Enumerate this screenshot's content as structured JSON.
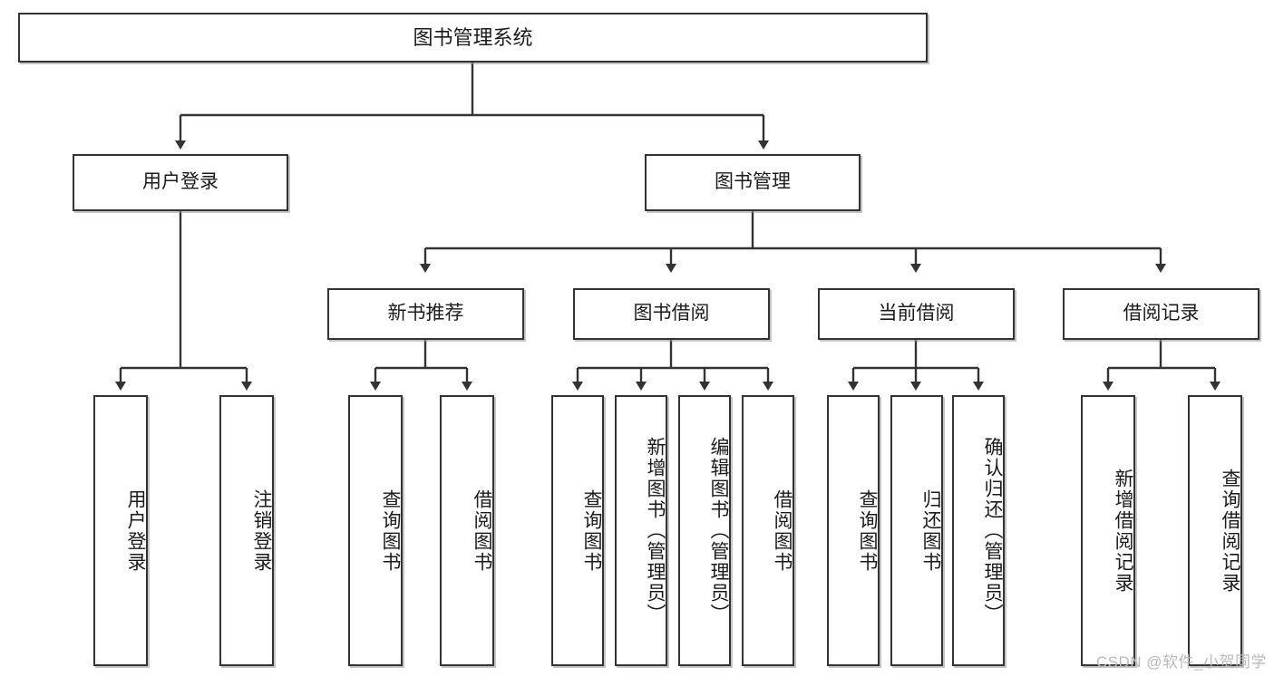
{
  "diagram": {
    "type": "tree-hierarchy-chart",
    "title": "图书管理系统",
    "line_color": "#333333",
    "box_fill": "#ffffff",
    "root": {
      "label": "图书管理系统"
    },
    "level2": [
      {
        "label": "用户登录"
      },
      {
        "label": "图书管理"
      }
    ],
    "level3": [
      {
        "label": "新书推荐"
      },
      {
        "label": "图书借阅"
      },
      {
        "label": "当前借阅"
      },
      {
        "label": "借阅记录"
      }
    ],
    "leaves": {
      "user_login": [
        {
          "label": "用户登录"
        },
        {
          "label": "注销登录"
        }
      ],
      "new_book_recommend": [
        {
          "label": "查询图书"
        },
        {
          "label": "借阅图书"
        }
      ],
      "book_borrow": [
        {
          "label": "查询图书"
        },
        {
          "label": "新增图书（管理员）"
        },
        {
          "label": "编辑图书（管理员）"
        },
        {
          "label": "借阅图书"
        }
      ],
      "current_borrow": [
        {
          "label": "查询图书"
        },
        {
          "label": "归还图书"
        },
        {
          "label": "确认归还（管理员）"
        }
      ],
      "borrow_record": [
        {
          "label": "新增借阅记录"
        },
        {
          "label": "查询借阅记录"
        }
      ]
    }
  },
  "watermark": {
    "text": "CSDN @软件_小贺同学"
  }
}
